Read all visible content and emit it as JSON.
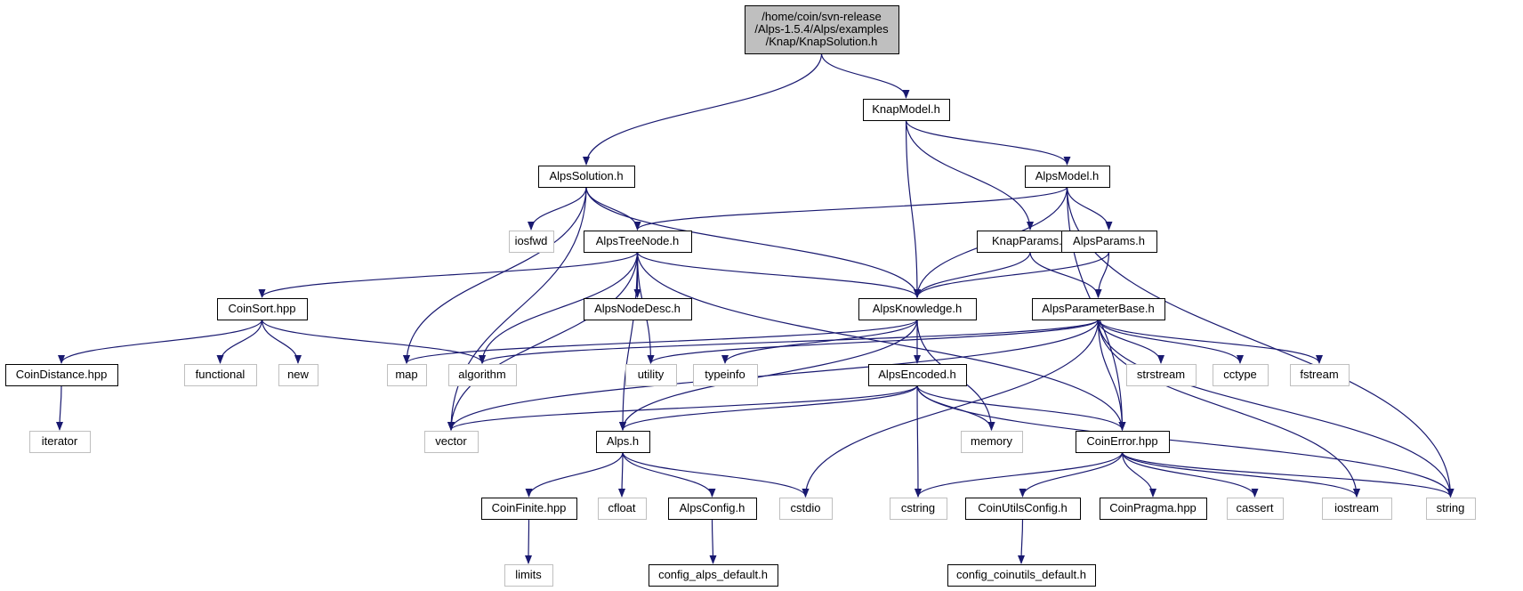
{
  "colors": {
    "edge": "#191970",
    "node_border": "#000000",
    "external_border": "#bfbfbf",
    "root_fill": "#bfbfbf",
    "background": "#ffffff"
  },
  "nodes": [
    {
      "id": "root",
      "lines": [
        "/home/coin/svn-release",
        "/Alps-1.5.4/Alps/examples",
        "/Knap/KnapSolution.h"
      ],
      "kind": "root"
    },
    {
      "id": "knapmodel",
      "lines": [
        "KnapModel.h"
      ],
      "kind": "file"
    },
    {
      "id": "alpssolution",
      "lines": [
        "AlpsSolution.h"
      ],
      "kind": "file"
    },
    {
      "id": "alpsmodel",
      "lines": [
        "AlpsModel.h"
      ],
      "kind": "file"
    },
    {
      "id": "iosfwd",
      "lines": [
        "iosfwd"
      ],
      "kind": "external"
    },
    {
      "id": "alpstreenode",
      "lines": [
        "AlpsTreeNode.h"
      ],
      "kind": "file"
    },
    {
      "id": "knapparams",
      "lines": [
        "KnapParams.h"
      ],
      "kind": "file"
    },
    {
      "id": "alpsparams",
      "lines": [
        "AlpsParams.h"
      ],
      "kind": "file"
    },
    {
      "id": "coinsort",
      "lines": [
        "CoinSort.hpp"
      ],
      "kind": "file"
    },
    {
      "id": "alpsnodedesc",
      "lines": [
        "AlpsNodeDesc.h"
      ],
      "kind": "file"
    },
    {
      "id": "alpsknowledge",
      "lines": [
        "AlpsKnowledge.h"
      ],
      "kind": "file"
    },
    {
      "id": "alpsparameterbase",
      "lines": [
        "AlpsParameterBase.h"
      ],
      "kind": "file"
    },
    {
      "id": "coindistance",
      "lines": [
        "CoinDistance.hpp"
      ],
      "kind": "file"
    },
    {
      "id": "functional",
      "lines": [
        "functional"
      ],
      "kind": "external"
    },
    {
      "id": "new",
      "lines": [
        "new"
      ],
      "kind": "external"
    },
    {
      "id": "map",
      "lines": [
        "map"
      ],
      "kind": "external"
    },
    {
      "id": "algorithm",
      "lines": [
        "algorithm"
      ],
      "kind": "external"
    },
    {
      "id": "utility",
      "lines": [
        "utility"
      ],
      "kind": "external"
    },
    {
      "id": "typeinfo",
      "lines": [
        "typeinfo"
      ],
      "kind": "external"
    },
    {
      "id": "alpsencoded",
      "lines": [
        "AlpsEncoded.h"
      ],
      "kind": "file"
    },
    {
      "id": "strstream",
      "lines": [
        "strstream"
      ],
      "kind": "external"
    },
    {
      "id": "cctype",
      "lines": [
        "cctype"
      ],
      "kind": "external"
    },
    {
      "id": "fstream",
      "lines": [
        "fstream"
      ],
      "kind": "external"
    },
    {
      "id": "iterator",
      "lines": [
        "iterator"
      ],
      "kind": "external"
    },
    {
      "id": "vector",
      "lines": [
        "vector"
      ],
      "kind": "external"
    },
    {
      "id": "alps",
      "lines": [
        "Alps.h"
      ],
      "kind": "file"
    },
    {
      "id": "memory",
      "lines": [
        "memory"
      ],
      "kind": "external"
    },
    {
      "id": "coinerror",
      "lines": [
        "CoinError.hpp"
      ],
      "kind": "file"
    },
    {
      "id": "coinfinite",
      "lines": [
        "CoinFinite.hpp"
      ],
      "kind": "file"
    },
    {
      "id": "cfloat",
      "lines": [
        "cfloat"
      ],
      "kind": "external"
    },
    {
      "id": "alpsconfig",
      "lines": [
        "AlpsConfig.h"
      ],
      "kind": "file"
    },
    {
      "id": "cstdio",
      "lines": [
        "cstdio"
      ],
      "kind": "external"
    },
    {
      "id": "cstring",
      "lines": [
        "cstring"
      ],
      "kind": "external"
    },
    {
      "id": "coinutilsconfig",
      "lines": [
        "CoinUtilsConfig.h"
      ],
      "kind": "file"
    },
    {
      "id": "coinpragma",
      "lines": [
        "CoinPragma.hpp"
      ],
      "kind": "file"
    },
    {
      "id": "cassert",
      "lines": [
        "cassert"
      ],
      "kind": "external"
    },
    {
      "id": "iostream",
      "lines": [
        "iostream"
      ],
      "kind": "external"
    },
    {
      "id": "string",
      "lines": [
        "string"
      ],
      "kind": "external"
    },
    {
      "id": "limits",
      "lines": [
        "limits"
      ],
      "kind": "external"
    },
    {
      "id": "configalps",
      "lines": [
        "config_alps_default.h"
      ],
      "kind": "file"
    },
    {
      "id": "configcoinutils",
      "lines": [
        "config_coinutils_default.h"
      ],
      "kind": "file"
    }
  ],
  "edges": [
    [
      "root",
      "alpssolution"
    ],
    [
      "root",
      "knapmodel"
    ],
    [
      "knapmodel",
      "alpsmodel"
    ],
    [
      "knapmodel",
      "knapparams"
    ],
    [
      "knapmodel",
      "alpsknowledge"
    ],
    [
      "alpssolution",
      "iosfwd"
    ],
    [
      "alpssolution",
      "alpstreenode"
    ],
    [
      "alpssolution",
      "alpsknowledge"
    ],
    [
      "alpssolution",
      "map"
    ],
    [
      "alpssolution",
      "vector"
    ],
    [
      "alpsmodel",
      "alpstreenode"
    ],
    [
      "alpsmodel",
      "alpsparams"
    ],
    [
      "alpsmodel",
      "alpsknowledge"
    ],
    [
      "alpsmodel",
      "coinerror"
    ],
    [
      "alpsmodel",
      "string"
    ],
    [
      "alpstreenode",
      "coinsort"
    ],
    [
      "alpstreenode",
      "alpsnodedesc"
    ],
    [
      "alpstreenode",
      "alpsknowledge"
    ],
    [
      "alpstreenode",
      "algorithm"
    ],
    [
      "alpstreenode",
      "utility"
    ],
    [
      "alpstreenode",
      "vector"
    ],
    [
      "alpstreenode",
      "alps"
    ],
    [
      "alpstreenode",
      "coinerror"
    ],
    [
      "knapparams",
      "alpsknowledge"
    ],
    [
      "knapparams",
      "alpsparameterbase"
    ],
    [
      "alpsparams",
      "alpsknowledge"
    ],
    [
      "alpsparams",
      "alpsparameterbase"
    ],
    [
      "coinsort",
      "coindistance"
    ],
    [
      "coinsort",
      "functional"
    ],
    [
      "coinsort",
      "new"
    ],
    [
      "coinsort",
      "algorithm"
    ],
    [
      "coindistance",
      "iterator"
    ],
    [
      "alpsknowledge",
      "map"
    ],
    [
      "alpsknowledge",
      "typeinfo"
    ],
    [
      "alpsknowledge",
      "alpsencoded"
    ],
    [
      "alpsknowledge",
      "memory"
    ],
    [
      "alpsknowledge",
      "alps"
    ],
    [
      "alpsparameterbase",
      "algorithm"
    ],
    [
      "alpsparameterbase",
      "utility"
    ],
    [
      "alpsparameterbase",
      "vector"
    ],
    [
      "alpsparameterbase",
      "cstdio"
    ],
    [
      "alpsparameterbase",
      "strstream"
    ],
    [
      "alpsparameterbase",
      "cctype"
    ],
    [
      "alpsparameterbase",
      "fstream"
    ],
    [
      "alpsparameterbase",
      "iostream"
    ],
    [
      "alpsparameterbase",
      "string"
    ],
    [
      "alpsparameterbase",
      "coinerror"
    ],
    [
      "alpsencoded",
      "vector"
    ],
    [
      "alpsencoded",
      "alps"
    ],
    [
      "alpsencoded",
      "memory"
    ],
    [
      "alpsencoded",
      "cstring"
    ],
    [
      "alpsencoded",
      "coinerror"
    ],
    [
      "alpsencoded",
      "string"
    ],
    [
      "alps",
      "coinfinite"
    ],
    [
      "alps",
      "cfloat"
    ],
    [
      "alps",
      "alpsconfig"
    ],
    [
      "alps",
      "cstdio"
    ],
    [
      "coinerror",
      "cstring"
    ],
    [
      "coinerror",
      "coinutilsconfig"
    ],
    [
      "coinerror",
      "coinpragma"
    ],
    [
      "coinerror",
      "cassert"
    ],
    [
      "coinerror",
      "iostream"
    ],
    [
      "coinerror",
      "string"
    ],
    [
      "coinfinite",
      "limits"
    ],
    [
      "alpsconfig",
      "configalps"
    ],
    [
      "coinutilsconfig",
      "configcoinutils"
    ]
  ]
}
